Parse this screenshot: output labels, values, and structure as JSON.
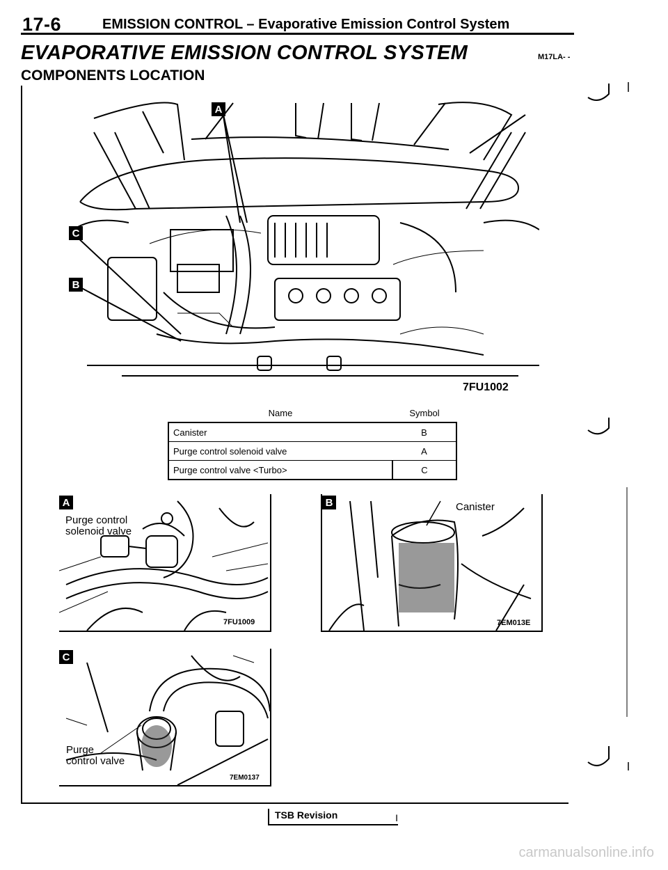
{
  "header": {
    "page_number": "17-6",
    "section_title": "EMISSION CONTROL – Evaporative Emission Control System"
  },
  "title": "EVAPORATIVE EMISSION CONTROL SYSTEM",
  "doc_code": "M17LA- -",
  "subtitle": "COMPONENTS LOCATION",
  "main_figure": {
    "badges": [
      "A",
      "C",
      "B"
    ],
    "figure_number": "7FU1002"
  },
  "components_table": {
    "headers": [
      "Name",
      "Symbol"
    ],
    "rows": [
      {
        "name": "Canister",
        "symbol": "B"
      },
      {
        "name": "Purge control solenoid valve",
        "symbol": "A"
      },
      {
        "name": "Purge control valve <Turbo>",
        "symbol": "C"
      }
    ]
  },
  "detail_a": {
    "badge": "A",
    "callout": "Purge control solenoid valve",
    "figure_number": "7FU1009"
  },
  "detail_b": {
    "badge": "B",
    "callout": "Canister",
    "figure_number": "7EM013E"
  },
  "detail_c": {
    "badge": "C",
    "callout": "Purge control valve",
    "figure_number": "7EM0137"
  },
  "footer": {
    "tsb_label": "TSB Revision",
    "watermark": "carmanualsonline.info"
  }
}
